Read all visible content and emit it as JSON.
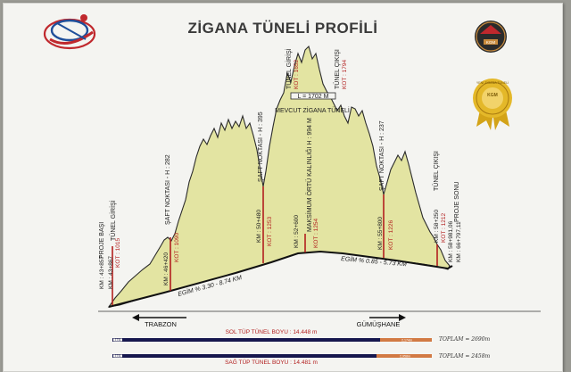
{
  "title": "ZİGANA TÜNELİ PROFİLİ",
  "logos": {
    "left_icon": "ministry-globe-logo",
    "kgm": "KGM",
    "badge_icon": "gold-rosette-badge",
    "badge_text": "YENİ ZİGANA TÜNELİ"
  },
  "labels": {
    "proje_basi": "PROJE BAŞI",
    "tunel_girisi": "TÜNEL GİRİŞİ",
    "km_start1": "KM : 43+857",
    "km_start2": "KM : 43+867",
    "kot_1015": "KOT : 1015",
    "saft1": "ŞAFT NOKTASI - H : 282",
    "km_saft1": "KM : 46+420",
    "kot_1090": "KOT : 1090",
    "saft2": "ŞAFT NOKTASI - H : 395",
    "km_saft2": "KM : 50+480",
    "kot_1253": "KOT : 1253",
    "max_ortu": "MAKSİMUM ÖRTÜ KALINLIĞI H : 994 M",
    "km_max": "KM : 52+600",
    "kot_1254": "KOT : 1254",
    "saft3": "ŞAFT NOKTASI - H : 237",
    "km_saft3": "KM : 55+800",
    "kot_1226": "KOT : 1226",
    "tunel_cikisi": "TÜNEL ÇIKIŞI",
    "km_exit": "KM : 58+250",
    "kot_1212": "KOT : 1212",
    "proje_sonu": "PROJE SONU",
    "km_end1": "KM : 58+981,06",
    "km_end2": "KM : 66+797,11",
    "old_giris": "TÜNEL GİRİŞİ",
    "old_kot_1652": "KOT : 1652",
    "old_cikis": "TÜNEL ÇIKIŞI",
    "old_kot_1794": "KOT : 1794",
    "old_length": "L = 1702 M",
    "mevcut": "MEVCUT ZİGANA TÜNELİ",
    "egim_left": "EGİM % 3.30 - 8.74 KM",
    "egim_right": "EGİM % 0.85 - 5.73 KM"
  },
  "directions": {
    "left": "TRABZON",
    "right": "GÜMÜŞHANE"
  },
  "tubes": [
    {
      "label": "SOL TÜP TÜNEL BOYU : 14.448 m",
      "start_tag": "TTS",
      "end_tag": "2,174m",
      "total": "TOPLAM = 2690m"
    },
    {
      "label": "SAĞ TÜP TÜNEL BOYU : 14.481 m",
      "start_tag": "TTS",
      "end_tag": "2,958m",
      "total": "TOPLAM = 2458m"
    }
  ],
  "colors": {
    "terrain_fill": "#e3e4a2",
    "terrain_line": "#2b2b2b",
    "marker_red": "#b21f1f",
    "tube_navy": "#16174e",
    "tube_orange": "#d27a44"
  }
}
